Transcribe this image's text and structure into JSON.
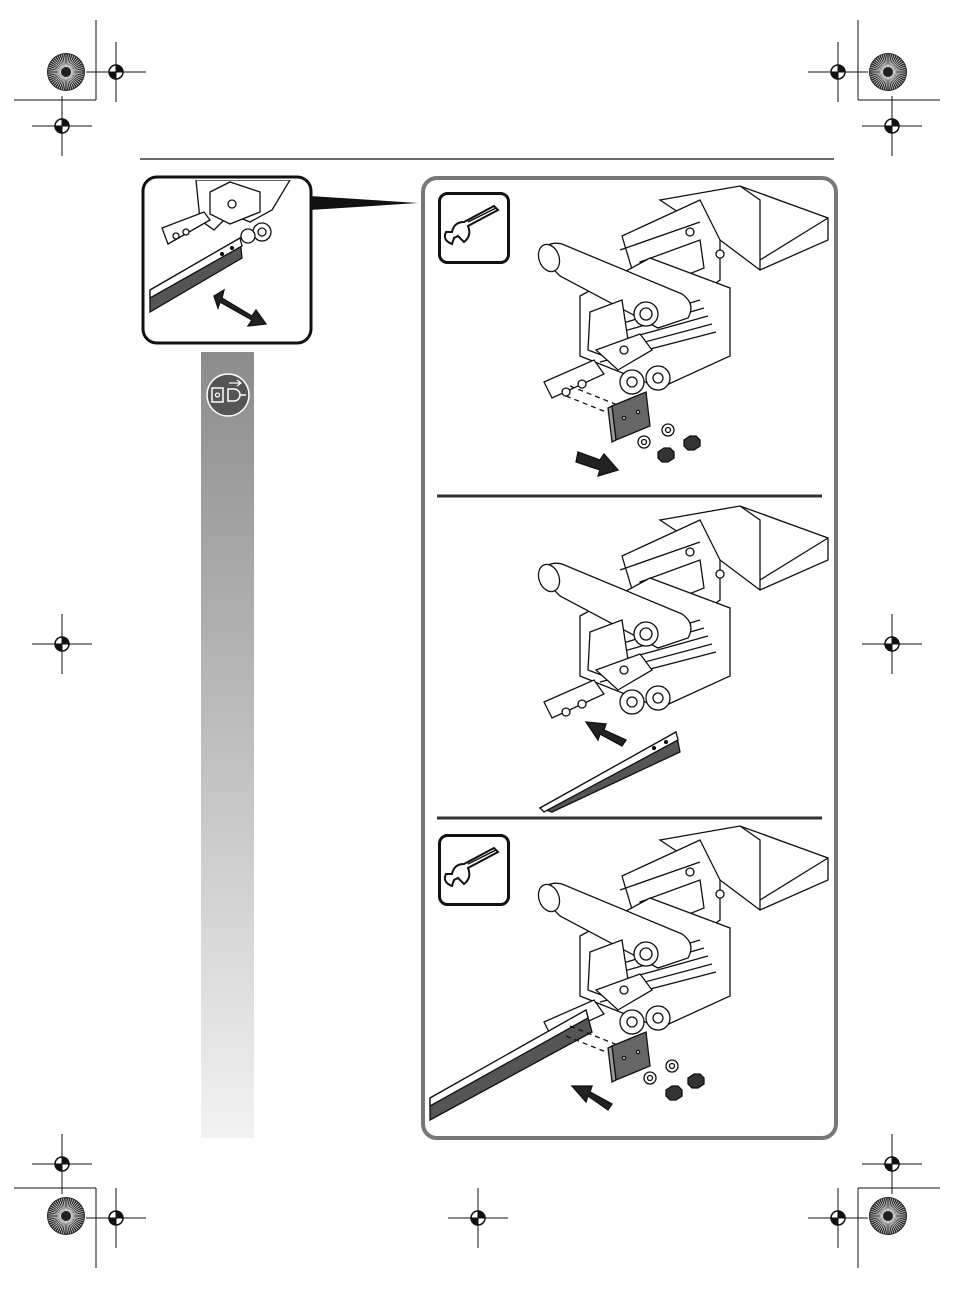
{
  "page": {
    "background": "#ffffff"
  },
  "colors": {
    "line": "#1a1a1a",
    "strip_dark": "#555555",
    "frame_grey": "#888888",
    "panel_gradient_top": "#8c8c8c",
    "panel_gradient_bottom": "#f2f2f2"
  },
  "icons": {
    "registration_mark": "crosshair-registration-icon",
    "printer_rosette": "radial-rosette-icon",
    "wrench": "wrench-icon",
    "unplug": "unplug-power-icon",
    "double_arrow": "double-arrow-icon",
    "push_arrow": "push-arrow-icon"
  },
  "steps": [
    {
      "id": "step-1",
      "tool_icon": "wrench-icon",
      "action": "remove-clamp-plate"
    },
    {
      "id": "step-2",
      "tool_icon": "",
      "action": "insert-blade"
    },
    {
      "id": "step-3",
      "tool_icon": "wrench-icon",
      "action": "refit-clamp-plate"
    }
  ]
}
